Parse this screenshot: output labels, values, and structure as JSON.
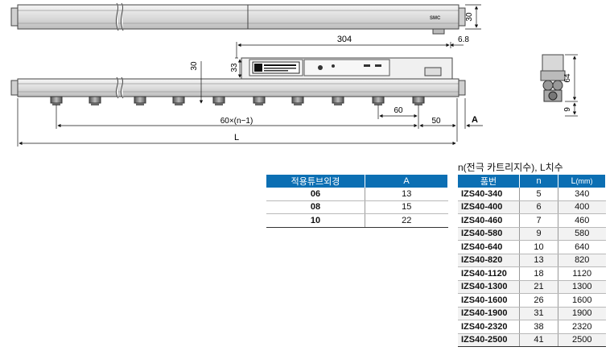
{
  "dimensions": {
    "side_height_top": "30",
    "length_304": "304",
    "offset_6_8": "6.8",
    "height_33": "33",
    "height_30": "30",
    "pitch_60": "60",
    "pitch_total": "60×(n−1)",
    "end_50": "50",
    "label_A": "A",
    "label_L": "L",
    "end_view_64": "64",
    "end_view_9": "9"
  },
  "tube_table": {
    "headers": [
      "적용튜브외경",
      "A"
    ],
    "rows": [
      {
        "tube": "06",
        "a": "13"
      },
      {
        "tube": "08",
        "a": "15"
      },
      {
        "tube": "10",
        "a": "22"
      }
    ]
  },
  "model_table": {
    "caption": "n(전극 카트리지수), L치수",
    "headers": {
      "model": "품번",
      "n": "n",
      "l": "L",
      "l_unit": "(mm)"
    },
    "rows": [
      {
        "model": "IZS40-340",
        "n": "5",
        "l": "340"
      },
      {
        "model": "IZS40-400",
        "n": "6",
        "l": "400"
      },
      {
        "model": "IZS40-460",
        "n": "7",
        "l": "460"
      },
      {
        "model": "IZS40-580",
        "n": "9",
        "l": "580"
      },
      {
        "model": "IZS40-640",
        "n": "10",
        "l": "640"
      },
      {
        "model": "IZS40-820",
        "n": "13",
        "l": "820"
      },
      {
        "model": "IZS40-1120",
        "n": "18",
        "l": "1120"
      },
      {
        "model": "IZS40-1300",
        "n": "21",
        "l": "1300"
      },
      {
        "model": "IZS40-1600",
        "n": "26",
        "l": "1600"
      },
      {
        "model": "IZS40-1900",
        "n": "31",
        "l": "1900"
      },
      {
        "model": "IZS40-2320",
        "n": "38",
        "l": "2320"
      },
      {
        "model": "IZS40-2500",
        "n": "41",
        "l": "2500"
      }
    ]
  },
  "colors": {
    "table_header": "#0c6fb3",
    "bar_body": "#e9e9e9",
    "bar_outline": "#444444"
  }
}
